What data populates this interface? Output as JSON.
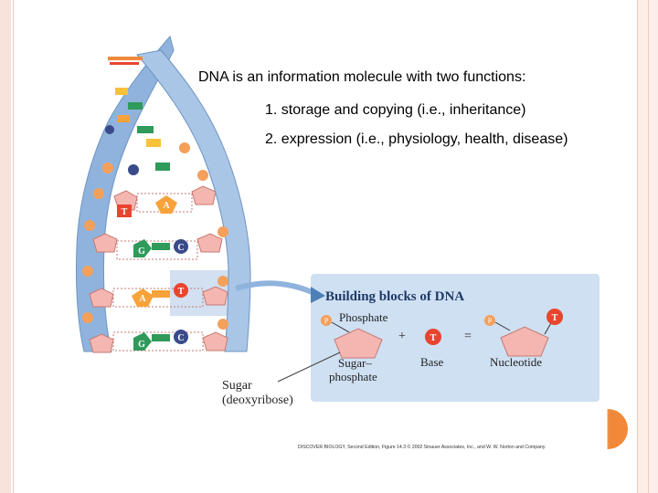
{
  "slide": {
    "heading": "DNA is an information molecule with two functions:",
    "items": [
      "1. storage and copying (i.e., inheritance)",
      "2. expression (i.e., physiology, health, disease)"
    ]
  },
  "figure": {
    "panel_title": "Building blocks of DNA",
    "labels": {
      "phosphate": "Phosphate",
      "plus": "+",
      "equals": "=",
      "sugar_phosphate_line1": "Sugar–",
      "sugar_phosphate_line2": "phosphate",
      "base": "Base",
      "nucleotide": "Nucleotide",
      "sugar_line1": "Sugar",
      "sugar_line2": "(deoxyribose)",
      "phosphate_letter": "P",
      "thymine_letter": "T"
    },
    "base_letters": [
      "T",
      "A",
      "G",
      "C",
      "A",
      "T",
      "G",
      "C"
    ],
    "credit": "DISCOVER BIOLOGY, Second Edition, Figure 14.3  © 2002 Sinauer Associates, Inc., and W. W. Norton and Company",
    "colors": {
      "backbone_blue": "#8fb3dc",
      "sugar_pink": "#f4b6b0",
      "phosphate_orange": "#f5a05a",
      "thymine_red": "#e8452f",
      "adenine_orange": "#f7a23a",
      "guanine_green": "#2f9a5a",
      "cytosine_navy": "#3a4b8a",
      "panel_blue": "#cfe0f3",
      "accent_orange": "#f08a3a"
    }
  }
}
